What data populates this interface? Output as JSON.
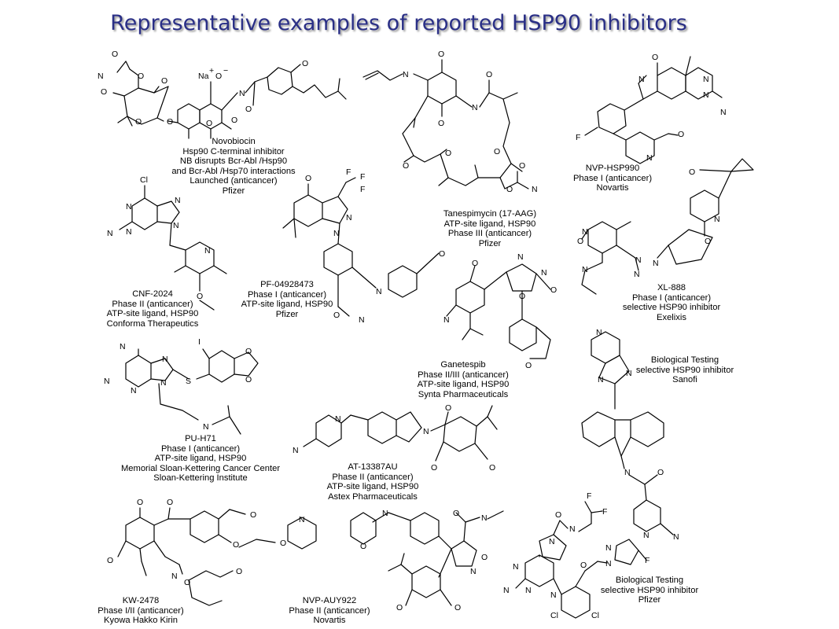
{
  "title": "Representative examples of reported HSP90 inhibitors",
  "compounds": [
    {
      "lines": [
        "Novobiocin",
        "Hsp90 C-terminal inhibitor",
        "NB disrupts Bcr-Abl /Hsp90",
        "and Bcr-Abl /Hsp70 interactions",
        "Launched (anticancer)",
        "Pfizer"
      ]
    },
    {
      "lines": [
        "Tanespimycin (17-AAG)",
        "ATP-site ligand, HSP90",
        "Phase III (anticancer)",
        "Pfizer"
      ]
    },
    {
      "lines": [
        "NVP-HSP990",
        "Phase I (anticancer)",
        "Novartis"
      ]
    },
    {
      "lines": [
        "CNF-2024",
        "Phase II (anticancer)",
        "ATP-site ligand, HSP90",
        "Conforma Therapeutics"
      ]
    },
    {
      "lines": [
        "PF-04928473",
        "Phase I (anticancer)",
        "ATP-site ligand, HSP90",
        "Pfizer"
      ]
    },
    {
      "lines": [
        "XL-888",
        "Phase I (anticancer)",
        "selective HSP90 inhibitor",
        "Exelixis"
      ]
    },
    {
      "lines": [
        "Ganetespib",
        "Phase II/III (anticancer)",
        "ATP-site ligand, HSP90",
        "Synta Pharmaceuticals"
      ]
    },
    {
      "lines": [
        "Biological Testing",
        "selective HSP90 inhibitor",
        "Sanofi"
      ]
    },
    {
      "lines": [
        "PU-H71",
        "Phase I (anticancer)",
        "ATP-site ligand, HSP90",
        "Memorial Sloan-Kettering Cancer Center",
        "Sloan-Kettering Institute"
      ]
    },
    {
      "lines": [
        "AT-13387AU",
        "Phase II (anticancer)",
        "ATP-site ligand, HSP90",
        "Astex Pharmaceuticals"
      ]
    },
    {
      "lines": [
        "KW-2478",
        "Phase I/II (anticancer)",
        "Kyowa Hakko Kirin"
      ]
    },
    {
      "lines": [
        "NVP-AUY922",
        "Phase II (anticancer)",
        "Novartis"
      ]
    },
    {
      "lines": [
        "Biological Testing",
        "selective HSP90 inhibitor",
        "Pfizer"
      ]
    }
  ],
  "atom_labels": {
    "novobiocin": [
      "O",
      "N",
      "O",
      "O",
      "O",
      "O",
      "O",
      "O",
      "O",
      "Na",
      "+",
      "O",
      "−",
      "N",
      "O",
      "O",
      "O"
    ],
    "tanespimycin": [
      "O",
      "N",
      "O",
      "N",
      "O",
      "O",
      "O",
      "O",
      "O",
      "N",
      "O"
    ],
    "hsp990": [
      "O",
      "N",
      "N",
      "N",
      "N",
      "F",
      "N",
      "O",
      "O"
    ],
    "cnf2024": [
      "Cl",
      "N",
      "N",
      "N",
      "N",
      "N",
      "N",
      "O"
    ],
    "pf04928473": [
      "O",
      "F",
      "F",
      "F",
      "N",
      "N",
      "N",
      "O",
      "N",
      "O"
    ],
    "xl888": [
      "O",
      "O",
      "N",
      "N",
      "N",
      "N",
      "N",
      "O",
      "N"
    ],
    "ganetespib": [
      "O",
      "N",
      "N",
      "N",
      "O",
      "O",
      "O",
      "N"
    ],
    "sanofi": [
      "N",
      "N",
      "N",
      "N",
      "O"
    ],
    "puh71": [
      "N",
      "N",
      "N",
      "N",
      "N",
      "I",
      "S",
      "O",
      "O",
      "N"
    ],
    "at13387": [
      "N",
      "N",
      "N",
      "O",
      "O",
      "O"
    ],
    "kw2478": [
      "O",
      "O",
      "O",
      "O",
      "O",
      "O",
      "N",
      "O",
      "N",
      "O"
    ],
    "auy922": [
      "N",
      "O",
      "O",
      "N",
      "O",
      "N",
      "O",
      "O"
    ],
    "pfizer_bt": [
      "F",
      "F",
      "O",
      "N",
      "N",
      "N",
      "N",
      "N",
      "N",
      "N",
      "O",
      "F",
      "Cl",
      "Cl",
      "N"
    ]
  }
}
